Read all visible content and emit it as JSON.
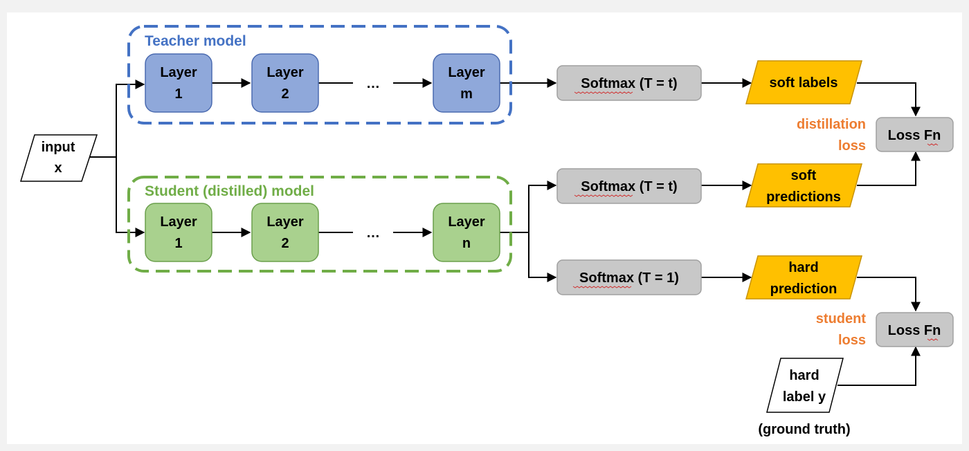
{
  "colors": {
    "background": "#f2f2f2",
    "canvas": "#ffffff",
    "teacher_accent": "#4472c4",
    "teacher_layer_fill": "#8fa8da",
    "student_accent": "#70ad47",
    "student_layer_fill": "#a9d18e",
    "softmax_fill": "#c8c8c8",
    "label_fill": "#ffc000",
    "orange_text": "#ed7d31",
    "line": "#000000"
  },
  "input": {
    "line1": "input",
    "line2": "x"
  },
  "teacher": {
    "title": "Teacher model",
    "layers": [
      {
        "line1": "Layer",
        "line2": "1"
      },
      {
        "line1": "Layer",
        "line2": "2"
      },
      {
        "line1": "Layer",
        "line2": "m"
      }
    ],
    "ellipsis": "…"
  },
  "student": {
    "title": "Student (distilled) model",
    "layers": [
      {
        "line1": "Layer",
        "line2": "1"
      },
      {
        "line1": "Layer",
        "line2": "2"
      },
      {
        "line1": "Layer",
        "line2": "n"
      }
    ],
    "ellipsis": "…"
  },
  "softmax": [
    {
      "word": "Softmax",
      "rest": " (T = t)"
    },
    {
      "word": "Softmax",
      "rest": " (T = t)"
    },
    {
      "word": "Softmax",
      "rest": " (T = 1)"
    }
  ],
  "outputs": {
    "soft_labels": {
      "line1": "soft labels"
    },
    "soft_predictions": {
      "line1": "soft",
      "line2": "predictions"
    },
    "hard_prediction": {
      "line1": "hard",
      "line2": "prediction"
    }
  },
  "hard_label": {
    "line1": "hard",
    "line2": "label y",
    "caption": "(ground truth)"
  },
  "loss_fns": [
    {
      "word": "Loss",
      "rest": " Fn"
    },
    {
      "word": "Loss",
      "rest": " Fn"
    }
  ],
  "losses": {
    "distillation": {
      "line1": "distillation",
      "line2": "loss"
    },
    "student": {
      "line1": "student",
      "line2": "loss"
    }
  }
}
